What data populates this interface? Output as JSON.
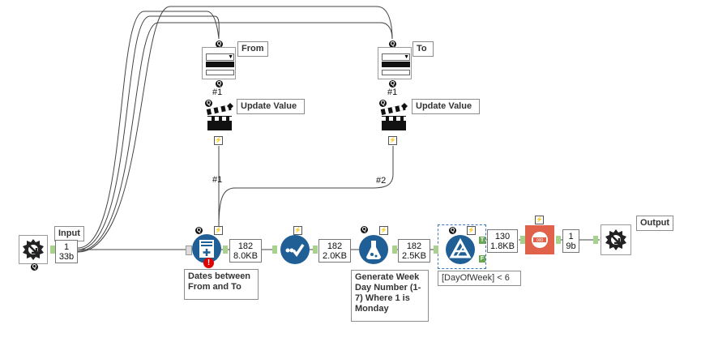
{
  "canvas": {
    "background": "#ffffff",
    "accent_blue": "#1f5f95",
    "accent_orange": "#e0624a",
    "anchor_green": "#a9d18e",
    "error_red": "#e00000"
  },
  "tools": {
    "input": {
      "label": "Input",
      "icon": "macro-input-icon"
    },
    "from_dropdown": {
      "label": "From",
      "icon": "dropdown-icon"
    },
    "to_dropdown": {
      "label": "To",
      "icon": "dropdown-icon"
    },
    "action_from": {
      "label": "Update Value",
      "icon": "clapperboard-icon"
    },
    "action_to": {
      "label": "Update Value",
      "icon": "clapperboard-icon"
    },
    "generate_rows": {
      "label": "Dates between From and To",
      "icon": "generate-rows-icon"
    },
    "select": {
      "icon": "select-check-icon"
    },
    "formula": {
      "label": "Generate Week Day Number (1-7) Where 1 is Monday",
      "icon": "formula-flask-icon"
    },
    "filter": {
      "label": "[DayOfWeek] < 6",
      "icon": "filter-icon"
    },
    "record_id": {
      "icon": "record-id-icon"
    },
    "output": {
      "label": "Output",
      "icon": "macro-output-icon"
    }
  },
  "counts": {
    "input": {
      "records": "1",
      "size": "33b"
    },
    "generate": {
      "records": "182",
      "size": "8.0KB"
    },
    "select": {
      "records": "182",
      "size": "2.0KB"
    },
    "formula": {
      "records": "182",
      "size": "2.5KB"
    },
    "filter_true": {
      "records": "130",
      "size": "1.8KB"
    },
    "recordid": {
      "records": "1",
      "size": "9b"
    }
  },
  "connections": {
    "from_hash": "#1",
    "from_hash_lower": "#1",
    "to_hash": "#1",
    "conn_1": "#1",
    "conn_2": "#2"
  },
  "badges": {
    "q": "Q",
    "bolt": "⚡",
    "true": "T",
    "false": "F",
    "error": "!"
  }
}
